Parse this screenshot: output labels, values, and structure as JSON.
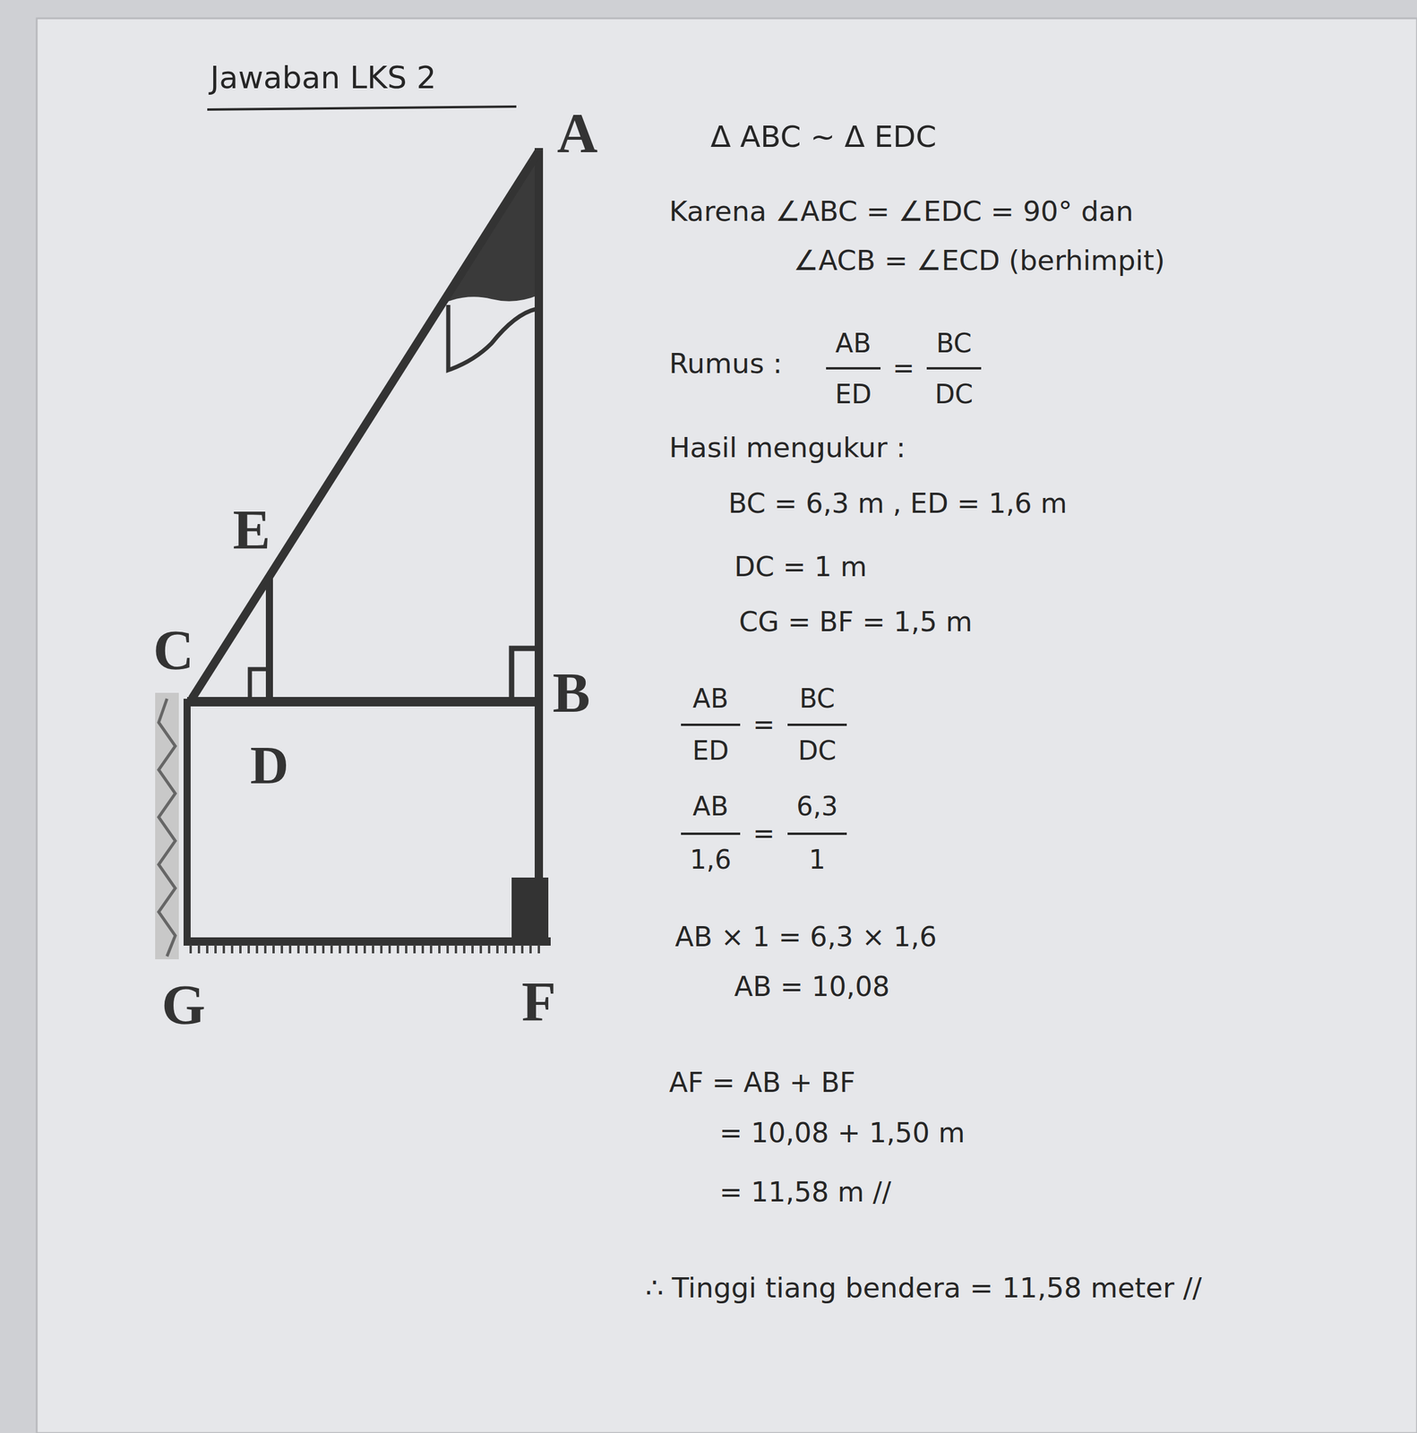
{
  "diagram": {
    "title": "Jawaban LKS 2",
    "labels": [
      "A",
      "E",
      "C",
      "B",
      "D",
      "G",
      "F",
      "Δ ABC ~ Δ EDC",
      "Karena ∠ABC = ∠EDC = 90° dan",
      "∠ACB = ∠ECD (berhimpit)",
      "Rumus :",
      "AB",
      "ED",
      "=",
      "BC",
      "DC",
      "Hasil mengukur :",
      "BC = 6,3 m , ED = 1,6 m",
      "DC = 1 m",
      "CG = BF = 1,5 m",
      "AB",
      "ED",
      "=",
      "BC",
      "DC",
      "AB",
      "1,6",
      "=",
      "6,3",
      "1",
      "AB × 1 = 6,3 × 1,6",
      "AB = 10,08",
      "AF = AB + BF",
      "= 10,08 + 1,50 m",
      "= 11,58 m //",
      "∴ Tinggi tiang bendera = 11,58 meter //"
    ]
  }
}
